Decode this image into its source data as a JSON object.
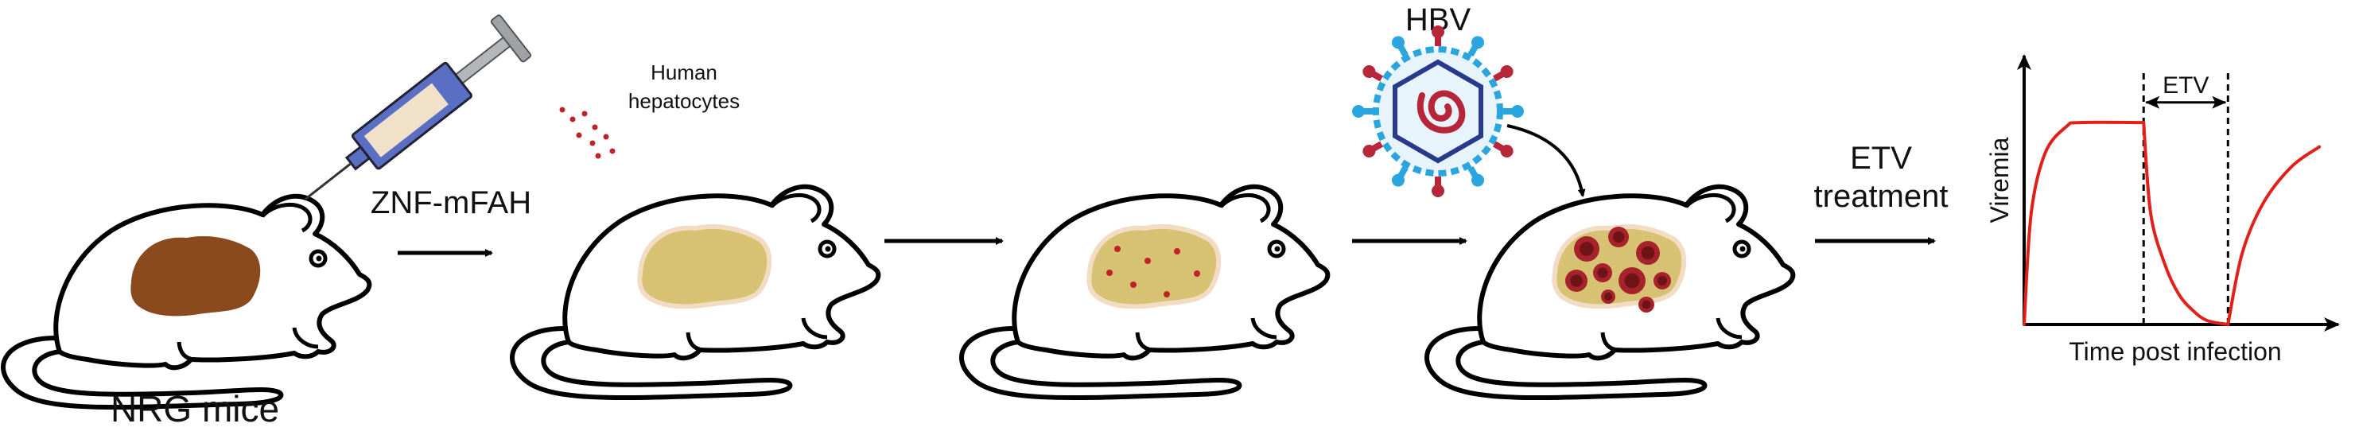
{
  "labels": {
    "nrg_mice": "NRG mice",
    "znf_mfah": "ZNF-mFAH",
    "human_hepatocytes_l1": "Human",
    "human_hepatocytes_l2": "hepatocytes",
    "hbv": "HBV",
    "etv_treatment_l1": "ETV",
    "etv_treatment_l2": "treatment"
  },
  "chart_data": {
    "type": "line",
    "xlabel": "Time post infection",
    "ylabel": "Viremia",
    "annotation": "ETV",
    "series": [
      {
        "x": [
          0,
          0.05,
          0.15,
          0.3,
          0.4,
          0.85
        ],
        "y": [
          0,
          0.55,
          0.85,
          0.98,
          1.0,
          1.0
        ]
      },
      {
        "x": [
          0.85,
          0.9,
          1.0,
          1.1,
          1.2,
          1.3,
          1.45
        ],
        "y": [
          1.0,
          0.55,
          0.3,
          0.15,
          0.07,
          0.02,
          0
        ]
      },
      {
        "x": [
          1.45,
          1.55,
          1.7,
          1.9,
          2.1
        ],
        "y": [
          0,
          0.35,
          0.6,
          0.78,
          0.88
        ]
      }
    ],
    "treatment_window": [
      0.85,
      1.45
    ],
    "xlim": [
      0,
      2.15
    ],
    "ylim": [
      0,
      1.3
    ]
  },
  "colors": {
    "liver_mouse": "#8b4a1e",
    "liver_human": "#d6c272",
    "liver_edge": "#f2dcc4",
    "red_dots": "#c0222a",
    "nodule_dark": "#6e1316",
    "nodule_mid": "#a7232b",
    "line_red": "#e0201a",
    "syringe_blue": "#5a6fc4",
    "virus_blue": "#2aa5de",
    "virus_red": "#b8263a"
  }
}
